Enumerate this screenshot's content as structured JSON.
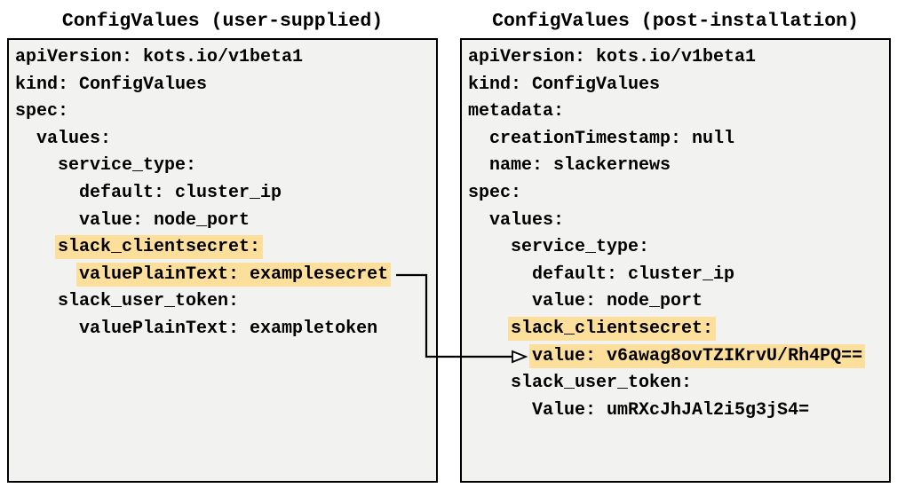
{
  "left_panel": {
    "title": "ConfigValues (user-supplied)",
    "lines": [
      {
        "indent": "",
        "text": "apiVersion: kots.io/v1beta1"
      },
      {
        "indent": "",
        "text": "kind: ConfigValues"
      },
      {
        "indent": "",
        "text": "spec:"
      },
      {
        "indent": "  ",
        "text": "values:"
      },
      {
        "indent": "    ",
        "text": "service_type:"
      },
      {
        "indent": "      ",
        "text": "default: cluster_ip"
      },
      {
        "indent": "      ",
        "text": "value: node_port"
      },
      {
        "indent": "    ",
        "text": "slack_clientsecret:"
      },
      {
        "indent": "      ",
        "text": "valuePlainText: examplesecret"
      },
      {
        "indent": "    ",
        "text": "slack_user_token:"
      },
      {
        "indent": "      ",
        "text": "valuePlainText: exampletoken"
      }
    ]
  },
  "right_panel": {
    "title": "ConfigValues (post-installation)",
    "lines": [
      {
        "indent": "",
        "text": "apiVersion: kots.io/v1beta1"
      },
      {
        "indent": "",
        "text": "kind: ConfigValues"
      },
      {
        "indent": "",
        "text": "metadata:"
      },
      {
        "indent": "  ",
        "text": "creationTimestamp: null"
      },
      {
        "indent": "  ",
        "text": "name: slackernews"
      },
      {
        "indent": "",
        "text": "spec:"
      },
      {
        "indent": "  ",
        "text": "values:"
      },
      {
        "indent": "    ",
        "text": "service_type:"
      },
      {
        "indent": "      ",
        "text": "default: cluster_ip"
      },
      {
        "indent": "      ",
        "text": "value: node_port"
      },
      {
        "indent": "    ",
        "text": "slack_clientsecret:"
      },
      {
        "indent": "      ",
        "text": "value: v6awag8ovTZIKrvU/Rh4PQ=="
      },
      {
        "indent": "    ",
        "text": "slack_user_token:"
      },
      {
        "indent": "      ",
        "text": "Value: umRXcJhJAl2i5g3jS4="
      }
    ]
  },
  "colors": {
    "highlight": "#fbdf9a",
    "panel-bg": "#f2f2f1",
    "ink": "#000000"
  }
}
